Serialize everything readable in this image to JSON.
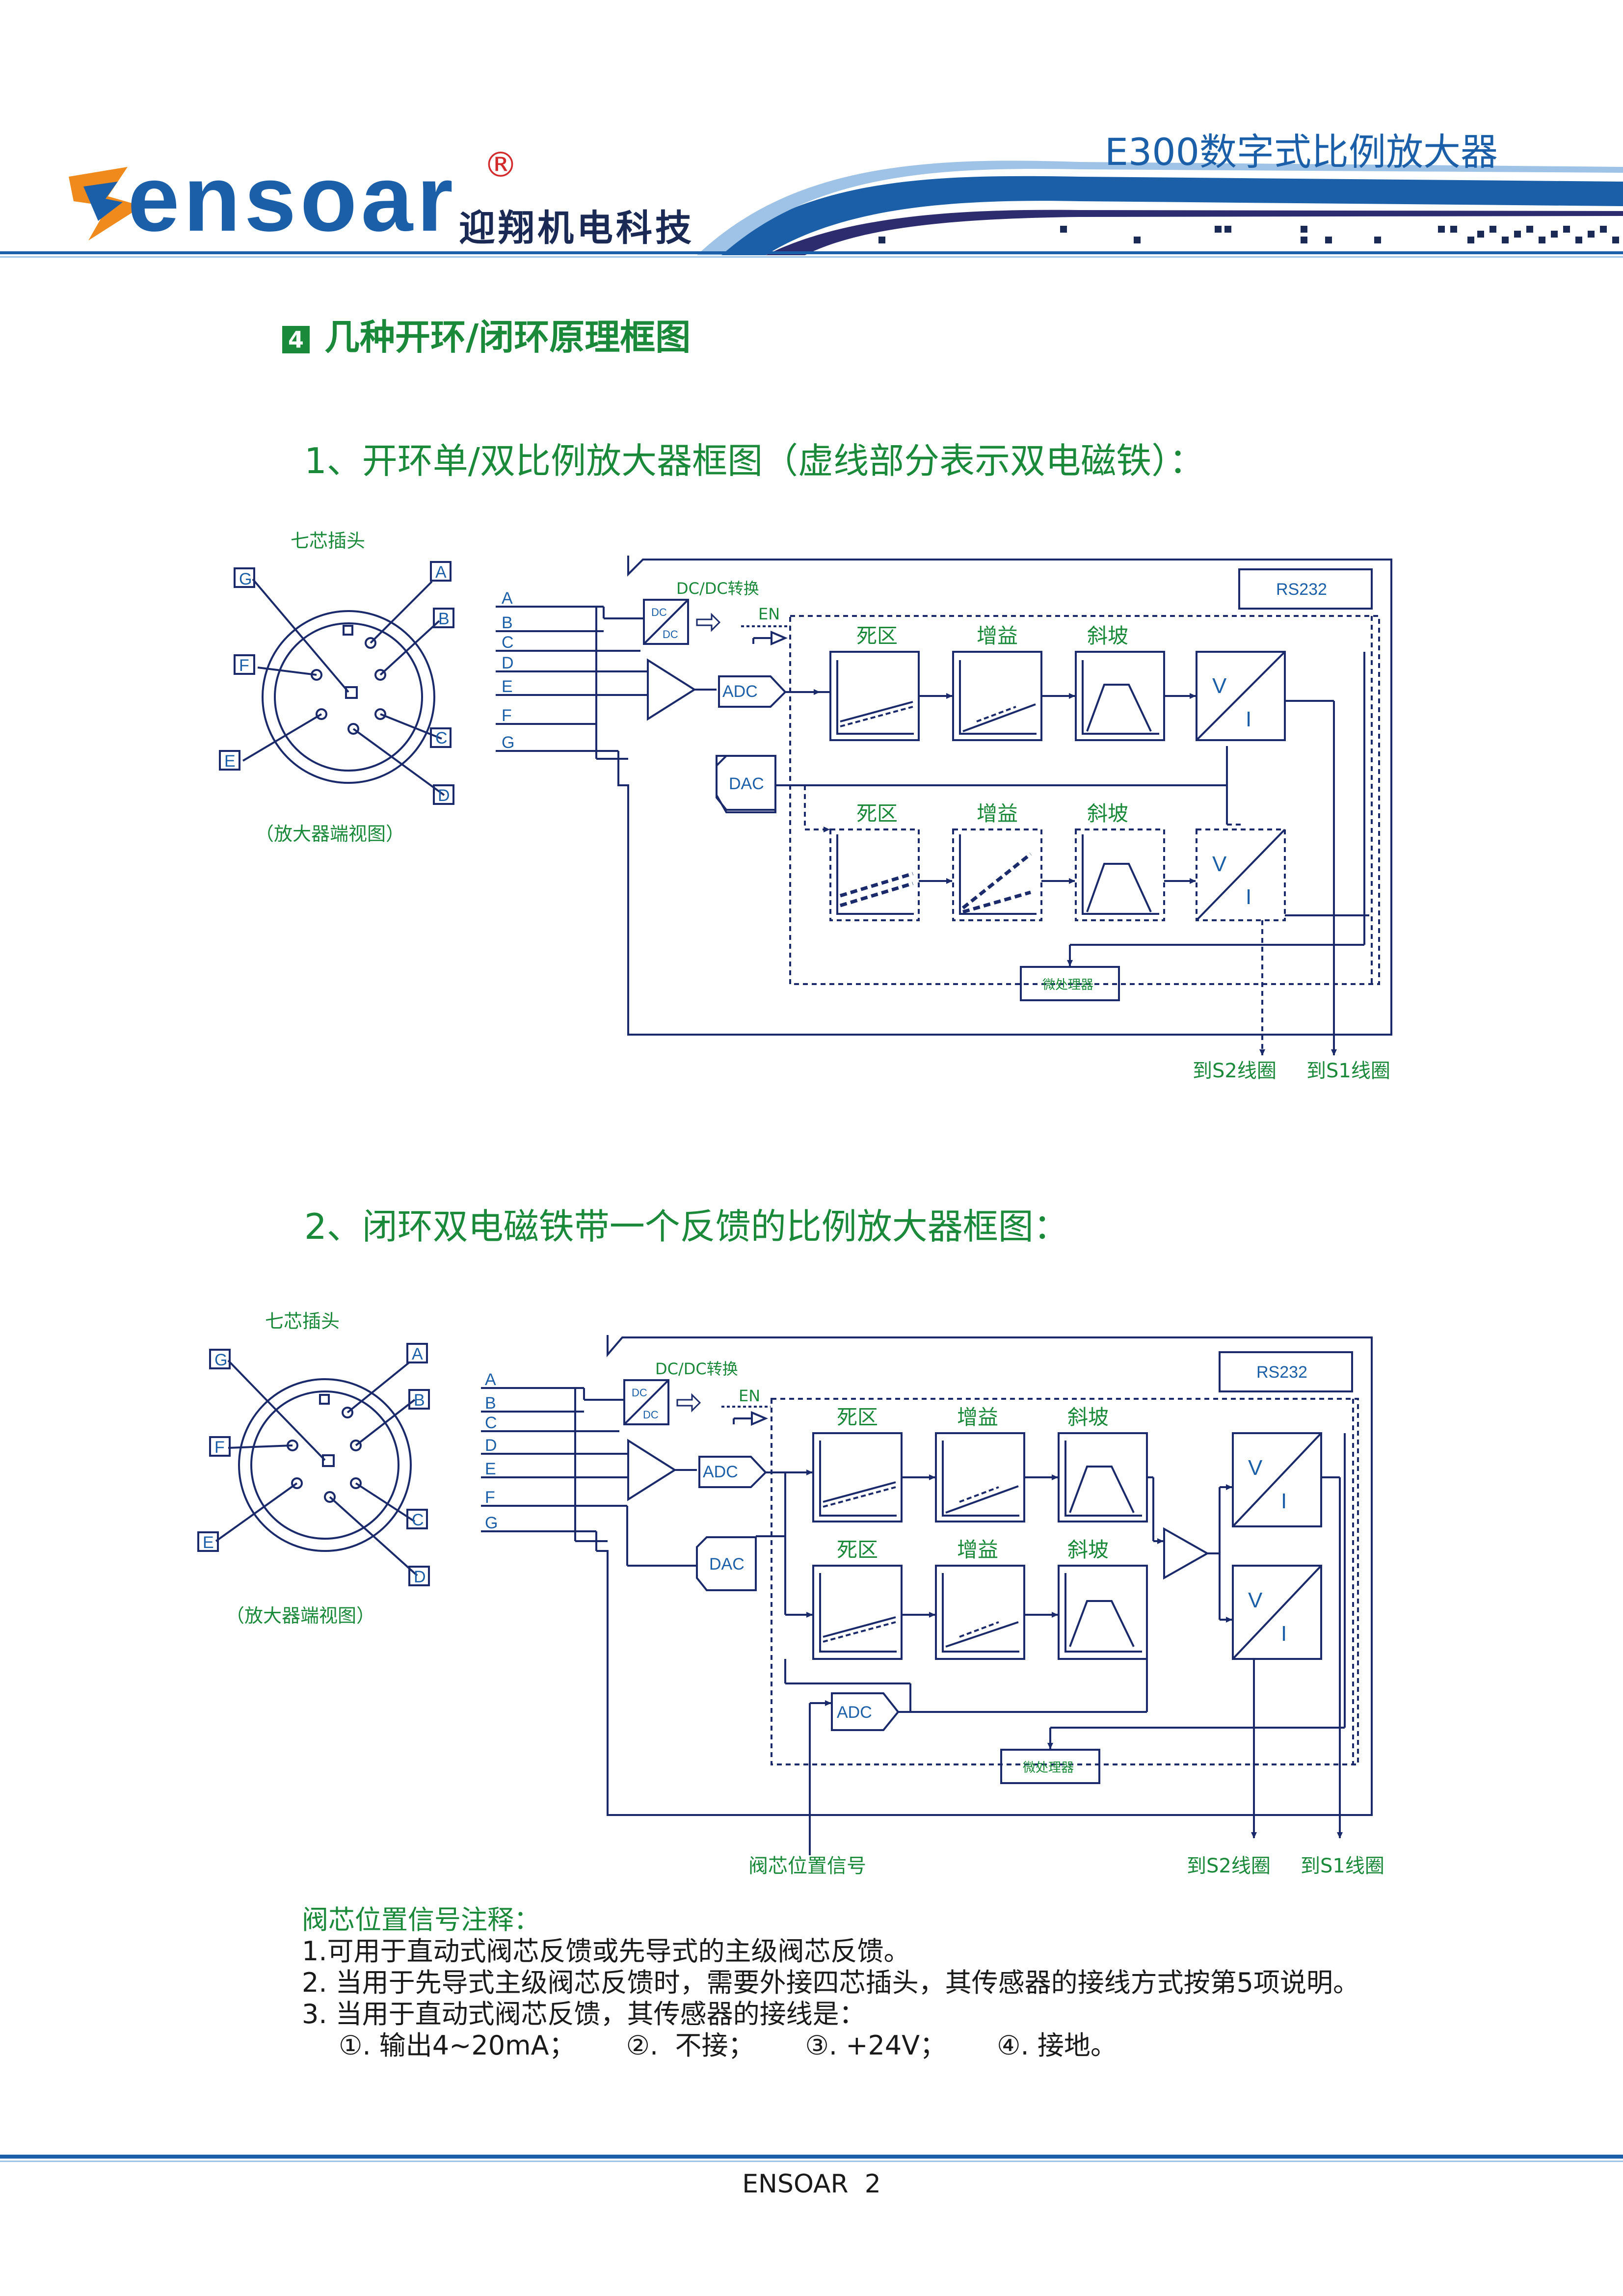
{
  "header": {
    "product_title": "E300数字式比例放大器",
    "logo_text": "ensoar",
    "logo_registered": "®",
    "logo_chinese": "迎翔机电科技"
  },
  "section": {
    "number": "4",
    "title": "几种开环/闭环原理框图"
  },
  "diagram1": {
    "heading": "1、开环单/双比例放大器框图（虚线部分表示双电磁铁）：",
    "plug_title": "七芯插头",
    "plug_caption": "（放大器端视图）",
    "pins": [
      "A",
      "B",
      "C",
      "D",
      "E",
      "F",
      "G"
    ],
    "dcdc_label": "DC/DC转换",
    "dc_top": "DC",
    "dc_bottom": "DC",
    "en_label": "EN",
    "rs232": "RS232",
    "adc": "ADC",
    "dac": "DAC",
    "deadzone": "死区",
    "gain": "增益",
    "ramp": "斜坡",
    "v_label": "V",
    "i_label": "I",
    "mcu": "微处理器",
    "out_s2": "到S2线圈",
    "out_s1": "到S1线圈"
  },
  "diagram2": {
    "heading": "2、闭环双电磁铁带一个反馈的比例放大器框图：",
    "plug_title": "七芯插头",
    "plug_caption": "（放大器端视图）",
    "pins": [
      "A",
      "B",
      "C",
      "D",
      "E",
      "F",
      "G"
    ],
    "dcdc_label": "DC/DC转换",
    "dc_top": "DC",
    "dc_bottom": "DC",
    "en_label": "EN",
    "rs232": "RS232",
    "adc": "ADC",
    "dac": "DAC",
    "adc2": "ADC",
    "deadzone": "死区",
    "gain": "增益",
    "ramp": "斜坡",
    "v_label": "V",
    "i_label": "I",
    "mcu": "微处理器",
    "spool_signal": "阀芯位置信号",
    "out_s2": "到S2线圈",
    "out_s1": "到S1线圈"
  },
  "notes": {
    "title": "阀芯位置信号注释：",
    "line1": "1.可用于直动式阀芯反馈或先导式的主级阀芯反馈。",
    "line2": "2. 当用于先导式主级阀芯反馈时，需要外接四芯插头，其传感器的接线方式按第5项说明。",
    "line3": "3. 当用于直动式阀芯反馈，其传感器的接线是：",
    "line4": "①. 输出4~20mA；      ②.  不接；      ③. +24V；      ④. 接地。"
  },
  "footer": {
    "text": "ENSOAR  2"
  },
  "colors": {
    "green": "#1a8a3a",
    "blue": "#1a5fa8",
    "navy": "#1a2a6a"
  }
}
